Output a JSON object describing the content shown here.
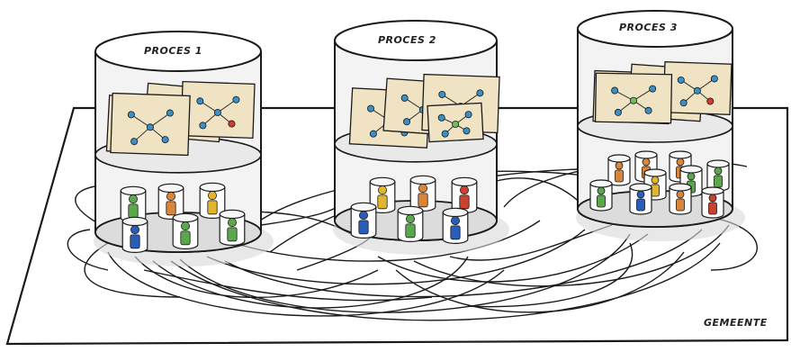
{
  "diagram": {
    "ground_label": "GEMEENTE",
    "processes": [
      {
        "label": "PROCES 1"
      },
      {
        "label": "PROCES 2"
      },
      {
        "label": "PROCES 3"
      }
    ]
  },
  "colors": {
    "outline": "#1a1a1a",
    "cylinder_fill": "#f3f3f3",
    "paper": "#efe3c4",
    "node_blue": "#3a8fc7",
    "node_green": "#6fbf58",
    "node_red": "#d23a2a",
    "person_blue": "#2a5db8",
    "person_green": "#5aa84b",
    "person_orange": "#d9853a",
    "person_yellow": "#e2b52f",
    "person_red": "#c9412f",
    "ground_shadow": "#d9d9d9"
  }
}
